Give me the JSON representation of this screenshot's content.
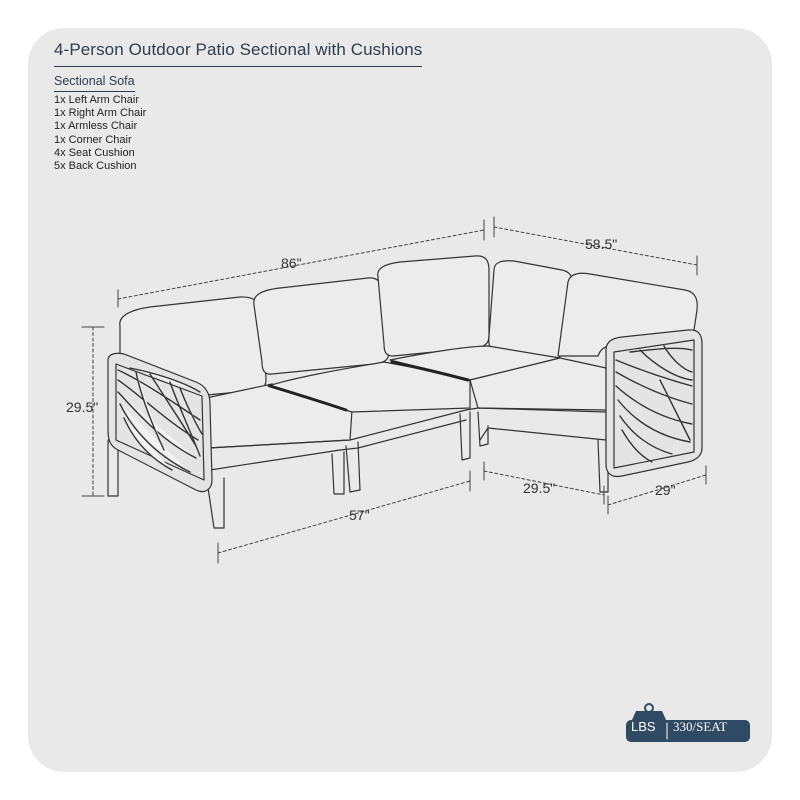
{
  "header": {
    "title": "4-Person Outdoor Patio Sectional with Cushions"
  },
  "parts_list": {
    "heading": "Sectional Sofa",
    "items": [
      "1x Left Arm Chair",
      "1x Right Arm Chair",
      "1x Armless Chair",
      "1x Corner Chair",
      "4x Seat Cushion",
      "5x Back Cushion"
    ]
  },
  "dimensions": {
    "total_width": "86\"",
    "side_depth": "58.5\"",
    "height": "29.5\"",
    "front_width": "57\"",
    "corner_depth": "29.5\"",
    "arm_chair_width": "29\""
  },
  "weight_badge": {
    "icon": "weight-icon",
    "unit": "LBS",
    "capacity": "330/SEAT",
    "color": "#2f4a63"
  },
  "colors": {
    "card_background": "#e9e9e9",
    "title_text": "#2f3d4d",
    "line_art": "#333333"
  }
}
